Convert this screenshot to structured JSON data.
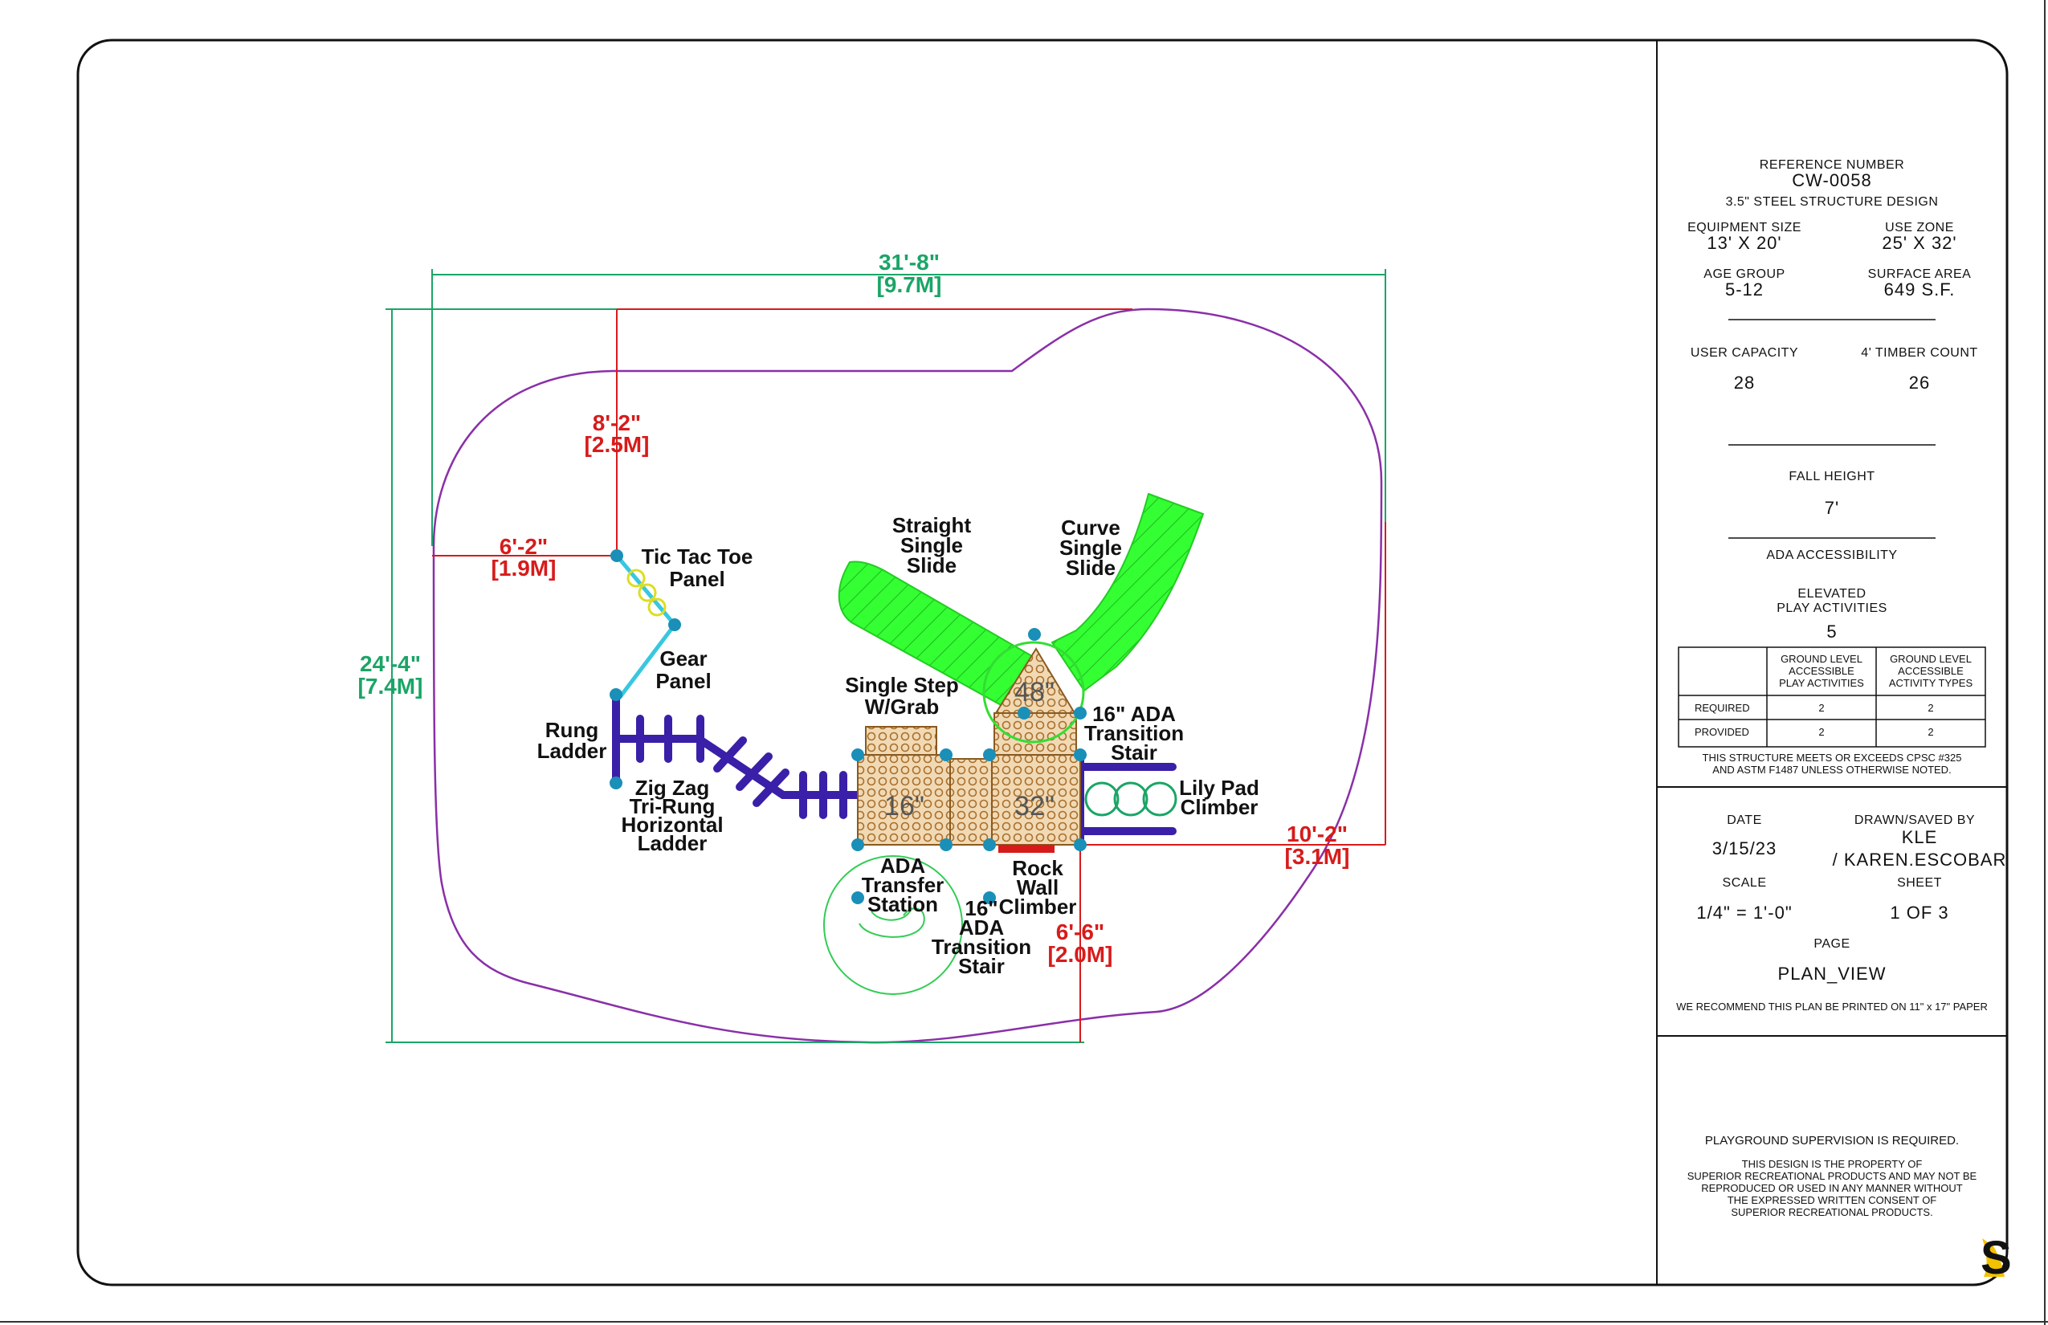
{
  "plan": {
    "dimensions": {
      "overall_width": "31'-8\"",
      "overall_width_m": "[9.7M]",
      "overall_depth": "24'-4\"",
      "overall_depth_m": "[7.4M]",
      "top_clearance": "8'-2\"",
      "top_clearance_m": "[2.5M]",
      "left_clearance": "6'-2\"",
      "left_clearance_m": "[1.9M]",
      "right_clearance": "10'-2\"",
      "right_clearance_m": "[3.1M]",
      "bottom_clearance": "6'-6\"",
      "bottom_clearance_m": "[2.0M]"
    },
    "components": {
      "tic_tac_toe": [
        "Tic Tac Toe",
        "Panel"
      ],
      "gear_panel": [
        "Gear",
        "Panel"
      ],
      "rung_ladder": [
        "Rung",
        "Ladder"
      ],
      "zig_zag": [
        "Zig Zag",
        "Tri-Rung",
        "Horizontal",
        "Ladder"
      ],
      "single_step": [
        "Single Step",
        "W/Grab"
      ],
      "straight_slide": [
        "Straight",
        "Single",
        "Slide"
      ],
      "curve_slide": [
        "Curve",
        "Single",
        "Slide"
      ],
      "ada_stair_top": [
        "16\" ADA",
        "Transition",
        "Stair"
      ],
      "lily_pad": [
        "Lily Pad",
        "Climber"
      ],
      "ada_transfer": [
        "ADA",
        "Transfer",
        "Station"
      ],
      "ada_stair_bottom": [
        "16\"",
        "ADA",
        "Transition",
        "Stair"
      ],
      "rock_wall": [
        "Rock",
        "Wall",
        "Climber"
      ]
    },
    "platforms": {
      "p16": "16\"",
      "p32": "32\"",
      "p48": "48\""
    }
  },
  "title_block": {
    "reference_label": "REFERENCE NUMBER",
    "reference_number": "CW-0058",
    "design": "3.5\" STEEL STRUCTURE DESIGN",
    "equipment_size_label": "EQUIPMENT SIZE",
    "equipment_size": "13' X 20'",
    "use_zone_label": "USE ZONE",
    "use_zone": "25' X 32'",
    "age_group_label": "AGE GROUP",
    "age_group": "5-12",
    "surface_area_label": "SURFACE AREA",
    "surface_area": "649 S.F.",
    "user_capacity_label": "USER CAPACITY",
    "user_capacity": "28",
    "timber_count_label": "4' TIMBER COUNT",
    "timber_count": "26",
    "fall_height_label": "FALL HEIGHT",
    "fall_height": "7'",
    "ada_label": "ADA ACCESSIBILITY",
    "elevated_label_1": "ELEVATED",
    "elevated_label_2": "PLAY ACTIVITIES",
    "elevated_count": "5",
    "table": {
      "col1": [
        "GROUND LEVEL",
        "ACCESSIBLE",
        "PLAY ACTIVITIES"
      ],
      "col2": [
        "GROUND LEVEL",
        "ACCESSIBLE",
        "ACTIVITY TYPES"
      ],
      "rows": [
        {
          "label": "REQUIRED",
          "a": "2",
          "b": "2"
        },
        {
          "label": "PROVIDED",
          "a": "2",
          "b": "2"
        }
      ]
    },
    "cpsc_1": "THIS STRUCTURE MEETS OR EXCEEDS CPSC #325",
    "cpsc_2": "AND ASTM F1487 UNLESS OTHERWISE NOTED.",
    "date_label": "DATE",
    "date": "3/15/23",
    "drawn_label": "DRAWN/SAVED BY",
    "drawn_1": "KLE",
    "drawn_2": "/ KAREN.ESCOBAR",
    "scale_label": "SCALE",
    "scale": "1/4\" = 1'-0\"",
    "sheet_label": "SHEET",
    "sheet": "1   OF   3",
    "page_label": "PAGE",
    "page": "PLAN_VIEW",
    "recommend": "WE RECOMMEND THIS PLAN BE PRINTED ON 11\" x 17\" PAPER",
    "supervision": "PLAYGROUND SUPERVISION IS REQUIRED.",
    "property": [
      "THIS DESIGN IS THE PROPERTY OF",
      "SUPERIOR RECREATIONAL PRODUCTS AND MAY NOT BE",
      "REPRODUCED OR USED IN ANY MANNER WITHOUT",
      "THE EXPRESSED WRITTEN CONSENT OF",
      "SUPERIOR RECREATIONAL PRODUCTS."
    ]
  },
  "colors": {
    "use_zone": "#8a2fa8",
    "structure": "#3a1fa8",
    "slide": "#33ff33",
    "dim_green": "#1aa566",
    "dim_red": "#d71b1b",
    "deck": "#d9a76a",
    "post": "#1a8fb8"
  },
  "logo": "S"
}
